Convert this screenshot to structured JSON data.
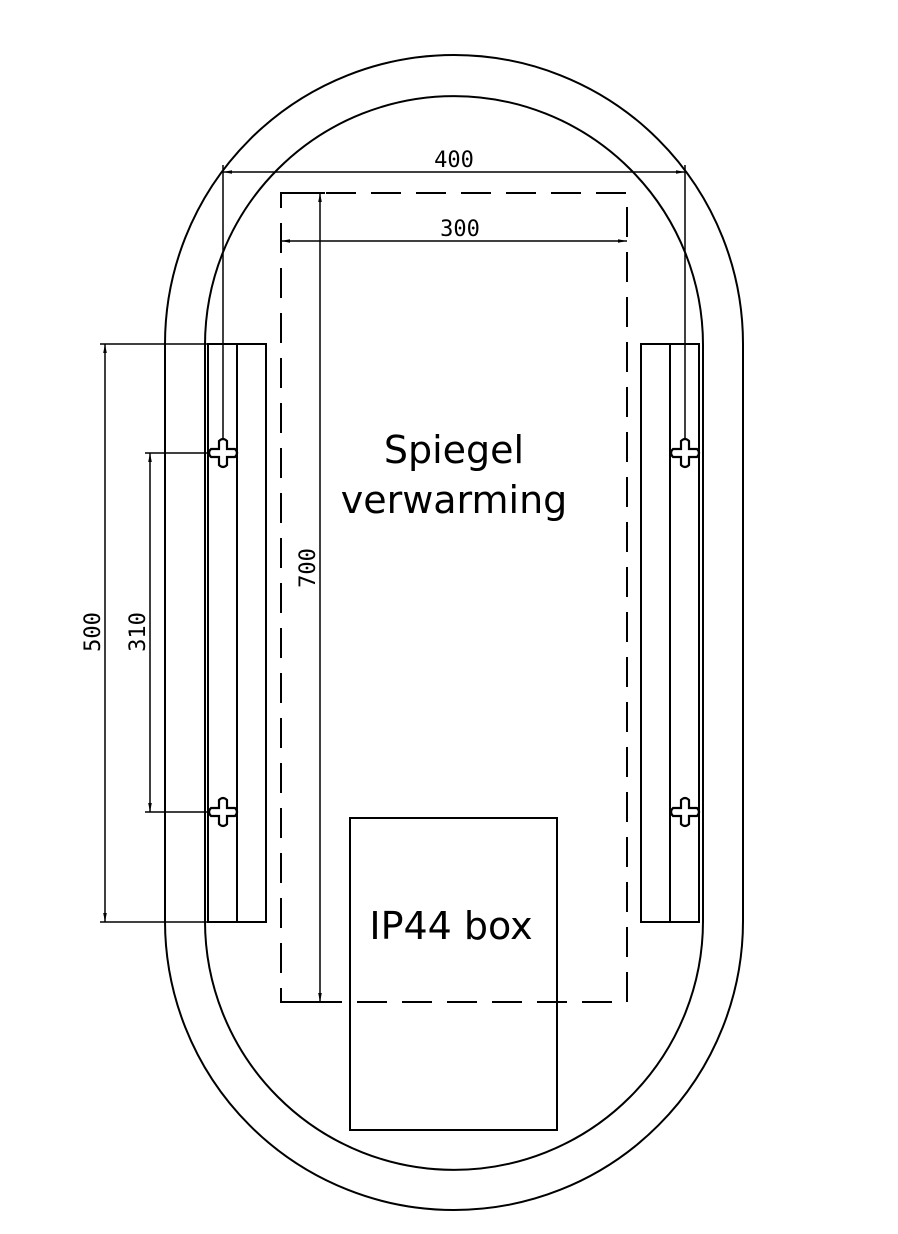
{
  "labels": {
    "mirror_line1": "Spiegel",
    "mirror_line2": "verwarming",
    "box": "IP44 box"
  },
  "dimensions": {
    "outer_width": "400",
    "heater_width": "300",
    "heater_height": "700",
    "rail_length": "500",
    "hole_spacing": "310"
  }
}
